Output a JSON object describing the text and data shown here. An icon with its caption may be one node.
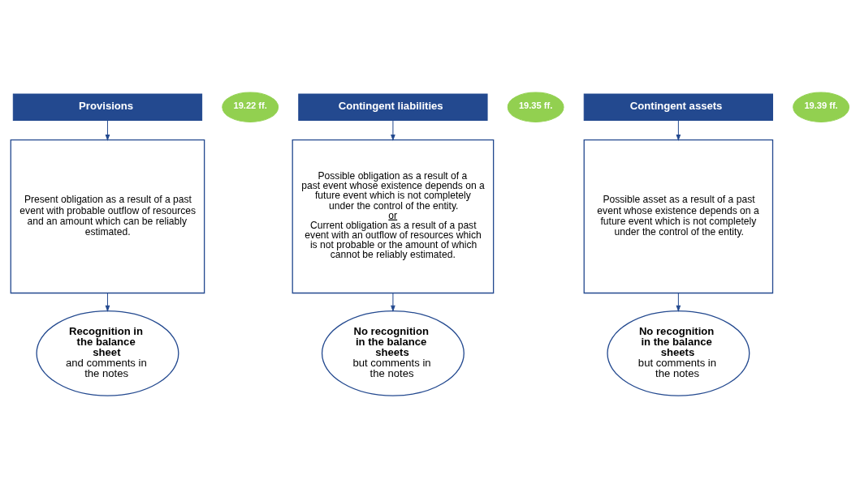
{
  "diagram": {
    "nodes": [
      {
        "text": [
          "Provisions"
        ],
        "beside": [
          "19.22 ff."
        ]
      },
      {
        "text": [
          "Contingent liabilities"
        ],
        "beside": [
          "19.35 ff."
        ]
      },
      {
        "text": [
          "Contingent assets"
        ],
        "beside": [
          "19.39 ff."
        ]
      },
      {
        "text": [
          "Present obligation as a result of a past event with probable outflow of resources and an amount which can be reliably estimated."
        ]
      },
      {
        "text": [
          "Possible obligation as a result of a past event whose existence depends on a future event which is not completely under the control of the entity.",
          "or",
          "Current obligation as a result of a past event with an outflow of resources which is not probable or the amount of which cannot be reliably estimated."
        ]
      },
      {
        "text": [
          "Possible asset as a result of a past event whose existence depends on a future event which is not completely under the control of the entity."
        ]
      },
      {
        "text": [
          "Recognition in the balance sheet",
          "and comments in the notes"
        ]
      },
      {
        "text": [
          "No recognition in the balance sheets",
          "but comments in the notes"
        ]
      },
      {
        "text": [
          "No recognition in the balance sheets",
          "but comments in the notes"
        ]
      }
    ],
    "edges": [
      {
        "from": 0,
        "to": 3,
        "arrow": "to"
      },
      {
        "from": 1,
        "to": 4,
        "arrow": "to"
      },
      {
        "from": 2,
        "to": 5,
        "arrow": "to"
      },
      {
        "from": 3,
        "to": 6,
        "arrow": "to"
      },
      {
        "from": 4,
        "to": 7,
        "arrow": "to"
      },
      {
        "from": 5,
        "to": 8,
        "arrow": "to"
      }
    ]
  }
}
